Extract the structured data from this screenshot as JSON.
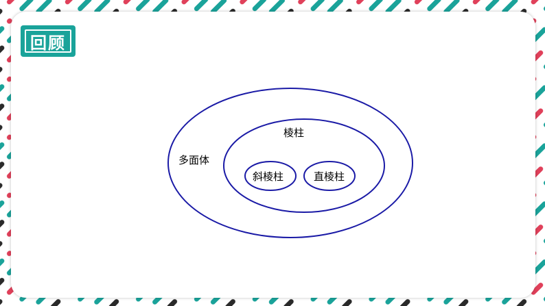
{
  "slide": {
    "title": "回顾"
  },
  "diagram": {
    "outer_label": "多面体",
    "middle_label": "棱柱",
    "inner_left_label": "斜棱柱",
    "inner_right_label": "直棱柱",
    "line_color": "#1a1aa6"
  },
  "colors": {
    "accent": "#1aa39a",
    "stripe_red": "#e0405a",
    "stripe_teal": "#1aa39a",
    "stripe_dark": "#2a2a2a"
  }
}
